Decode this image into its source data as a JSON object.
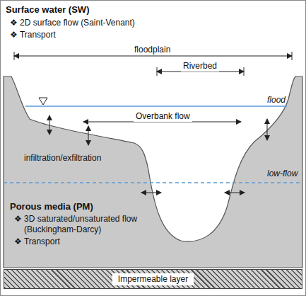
{
  "diagram": {
    "nodes": [
      {
        "text": [
          "Impermeable layer"
        ]
      }
    ],
    "labels": [
      "Surface water (SW)",
      "❖ 2D surface flow (Saint-Venant)",
      "❖ Transport",
      "floodplain",
      "Riverbed",
      "flood",
      "Overbank flow",
      "infiltration/exfiltration",
      "low-flow",
      "Porous media (PM)",
      "❖ 3D saturated/unsaturated flow (Buckingham-Darcy)",
      "❖ Transport"
    ]
  }
}
